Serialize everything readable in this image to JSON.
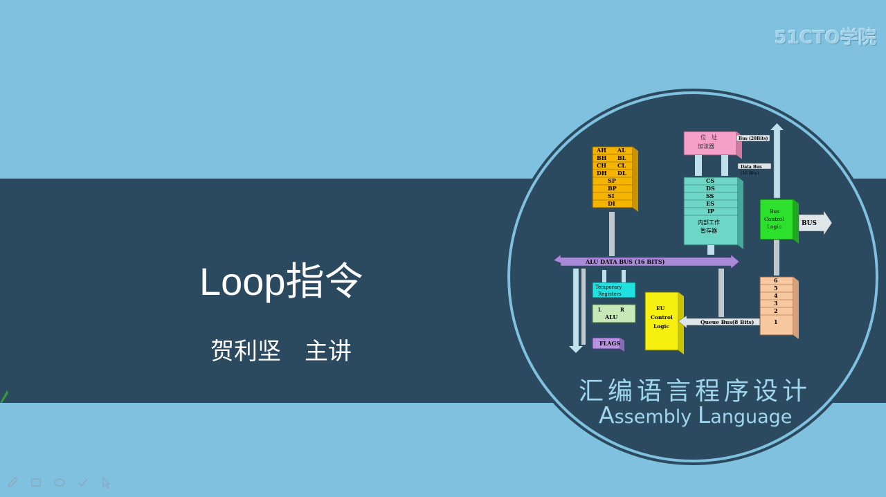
{
  "watermark": "51CTO学院",
  "slide": {
    "title": "Loop指令",
    "presenter": "贺利坚　主讲"
  },
  "course": {
    "name_cn": "汇编语言程序设计",
    "name_en_a": "A",
    "name_en_b": "ssembly ",
    "name_en_c": "L",
    "name_en_d": "anguage"
  },
  "diagram": {
    "registers": [
      [
        "AH",
        "AL"
      ],
      [
        "BH",
        "BL"
      ],
      [
        "CH",
        "CL"
      ],
      [
        "DH",
        "DL"
      ]
    ],
    "pointer_registers": [
      "SP",
      "BP",
      "SI",
      "DI"
    ],
    "adder_label_1": "位　址",
    "adder_label_2": "加法器",
    "bus20": "Bus (20Bits)",
    "databus16": "Data Bus",
    "databus16b": "(16 Bits)",
    "segment_registers": [
      "CS",
      "DS",
      "SS",
      "ES",
      "IP"
    ],
    "work_reg_1": "内部工作",
    "work_reg_2": "暂存器",
    "bus_control_1": "Bus",
    "bus_control_2": "Control",
    "bus_control_3": "Logic",
    "bus_label": "BUS",
    "alu_data_bus": "ALU DATA BUS (16 BITS)",
    "temp_reg_1": "Temporary",
    "temp_reg_2": "Registers",
    "alu_l": "L",
    "alu_r": "R",
    "alu": "ALU",
    "flags": "FLAGS",
    "eu_1": "EU",
    "eu_2": "Control",
    "eu_3": "Logic",
    "queue_bus": "Queue  Bus(8 Bits)",
    "queue": [
      "6",
      "5",
      "4",
      "3",
      "2",
      "1"
    ]
  },
  "colors": {
    "background": "#7fc1de",
    "band": "#2c4a5f",
    "text": "#ffffff",
    "course_text": "#9fd6ee"
  },
  "toolbar": {
    "icons": [
      "pen-icon",
      "rectangle-icon",
      "ellipse-icon",
      "checkmark-icon",
      "pointer-icon"
    ]
  }
}
